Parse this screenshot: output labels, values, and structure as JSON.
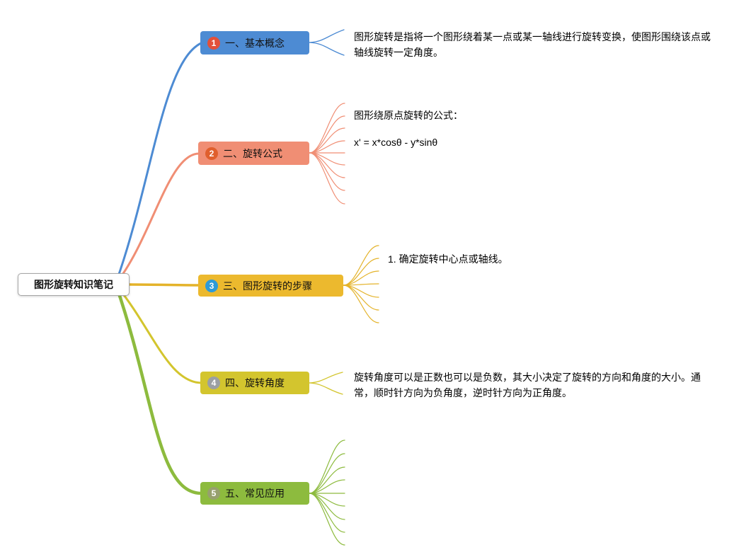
{
  "root": {
    "label": "图形旋转知识笔记"
  },
  "branches": [
    {
      "id": "basic-concepts",
      "badge": "1",
      "label": "一、基本概念",
      "color": "#4d8bd3",
      "line_color": "#4d8bd3",
      "badge_color": "#e2503a",
      "note": "图形旋转是指将一个图形绕着某一点或某一轴线进行旋转变换，使图形围绕该点或轴线旋转一定角度。"
    },
    {
      "id": "rotation-formula",
      "badge": "2",
      "label": "二、旋转公式",
      "color": "#f08e74",
      "line_color": "#f08e74",
      "badge_color": "#e05f2d",
      "notes": [
        "图形绕原点旋转的公式：",
        "x' = x*cosθ - y*sinθ"
      ]
    },
    {
      "id": "rotation-steps",
      "badge": "3",
      "label": "三、图形旋转的步骤",
      "color": "#ecb92e",
      "line_color": "#e4b32a",
      "badge_color": "#2e9bd8",
      "note": "1. 确定旋转中心点或轴线。"
    },
    {
      "id": "rotation-angle",
      "badge": "4",
      "label": "四、旋转角度",
      "color": "#d3c52e",
      "line_color": "#d3c52e",
      "badge_color": "#9b9fa3",
      "note": "旋转角度可以是正数也可以是负数，其大小决定了旋转的方向和角度的大小。通常，顺时针方向为负角度，逆时针方向为正角度。"
    },
    {
      "id": "common-applications",
      "badge": "5",
      "label": "五、常见应用",
      "color": "#8dbb3e",
      "line_color": "#8dbb3e",
      "badge_color": "#97a06e"
    }
  ]
}
